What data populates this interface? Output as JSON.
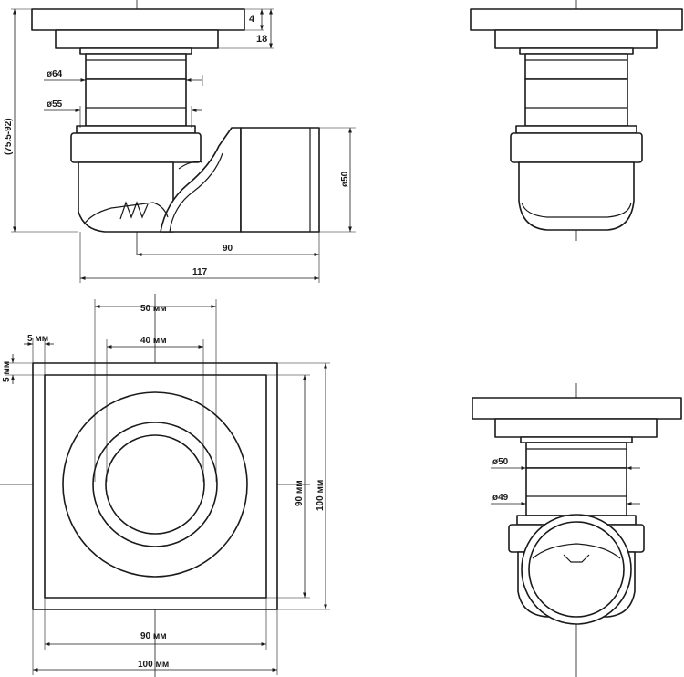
{
  "side_view": {
    "dim_4": "4",
    "dim_18": "18",
    "dim_height": "(75.5-92)",
    "dim_d64": "ø64",
    "dim_d55": "ø55",
    "dim_d50": "ø50",
    "dim_90": "90",
    "dim_117": "117"
  },
  "top_view": {
    "dim_50mm": "50 мм",
    "dim_40mm": "40 мм",
    "dim_5mm_h": "5 мм",
    "dim_5mm_v": "5 мм",
    "dim_90mm_v": "90 мм",
    "dim_100mm_v": "100 мм",
    "dim_90mm_h": "90 мм",
    "dim_100mm_h": "100 мм"
  },
  "outlet_view": {
    "dim_d50": "ø50",
    "dim_d49": "ø49"
  }
}
